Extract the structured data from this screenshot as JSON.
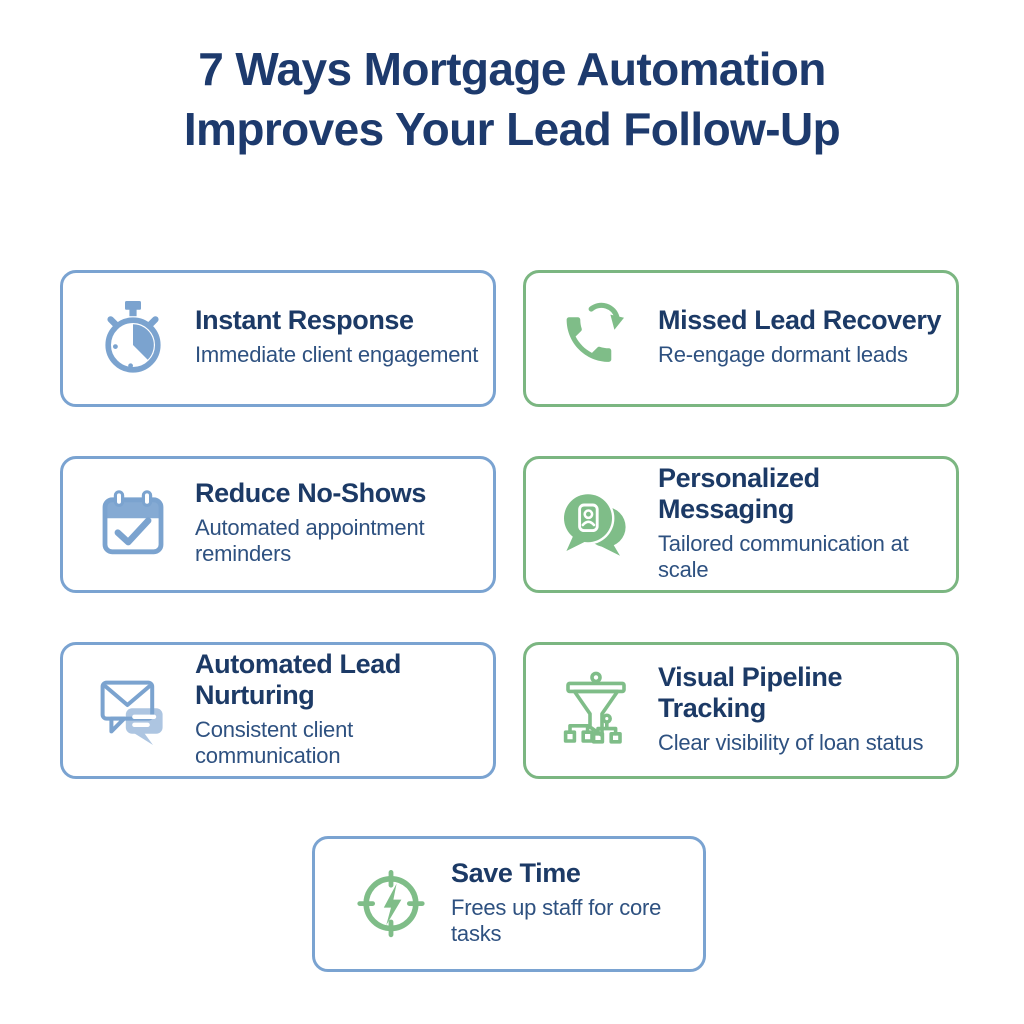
{
  "title": {
    "line1": "7 Ways Mortgage Automation",
    "line2": "Improves Your Lead Follow-Up"
  },
  "colors": {
    "heading": "#1d3a6d",
    "card_title": "#1c3a66",
    "card_subtitle": "#2e5180",
    "blue_border": "#7aa3d1",
    "green_border": "#7bb681",
    "icon_blue": "#7ba3cf",
    "icon_green": "#7fbd88",
    "background": "#ffffff"
  },
  "cards": [
    {
      "title": "Instant Response",
      "subtitle": "Immediate client engagement",
      "accent": "blue",
      "icon_color": "blue",
      "icon": "stopwatch-icon"
    },
    {
      "title": "Missed Lead Recovery",
      "subtitle": "Re-engage dormant leads",
      "accent": "green",
      "icon_color": "green",
      "icon": "phone-recovery-icon"
    },
    {
      "title": "Reduce No-Shows",
      "subtitle": "Automated appointment reminders",
      "accent": "blue",
      "icon_color": "blue",
      "icon": "calendar-check-icon"
    },
    {
      "title": "Personalized Messaging",
      "subtitle": "Tailored communication at scale",
      "accent": "green",
      "icon_color": "green",
      "icon": "chat-bubbles-id-icon"
    },
    {
      "title": "Automated Lead Nurturing",
      "subtitle": "Consistent client communication",
      "accent": "blue",
      "icon_color": "blue",
      "icon": "mail-chat-icon"
    },
    {
      "title": "Visual Pipeline Tracking",
      "subtitle": "Clear visibility of loan status",
      "accent": "green",
      "icon_color": "green",
      "icon": "funnel-pipeline-icon"
    },
    {
      "title": "Save Time",
      "subtitle": "Frees up staff for core tasks",
      "accent": "blue",
      "icon_color": "green",
      "icon": "clock-lightning-icon"
    }
  ]
}
